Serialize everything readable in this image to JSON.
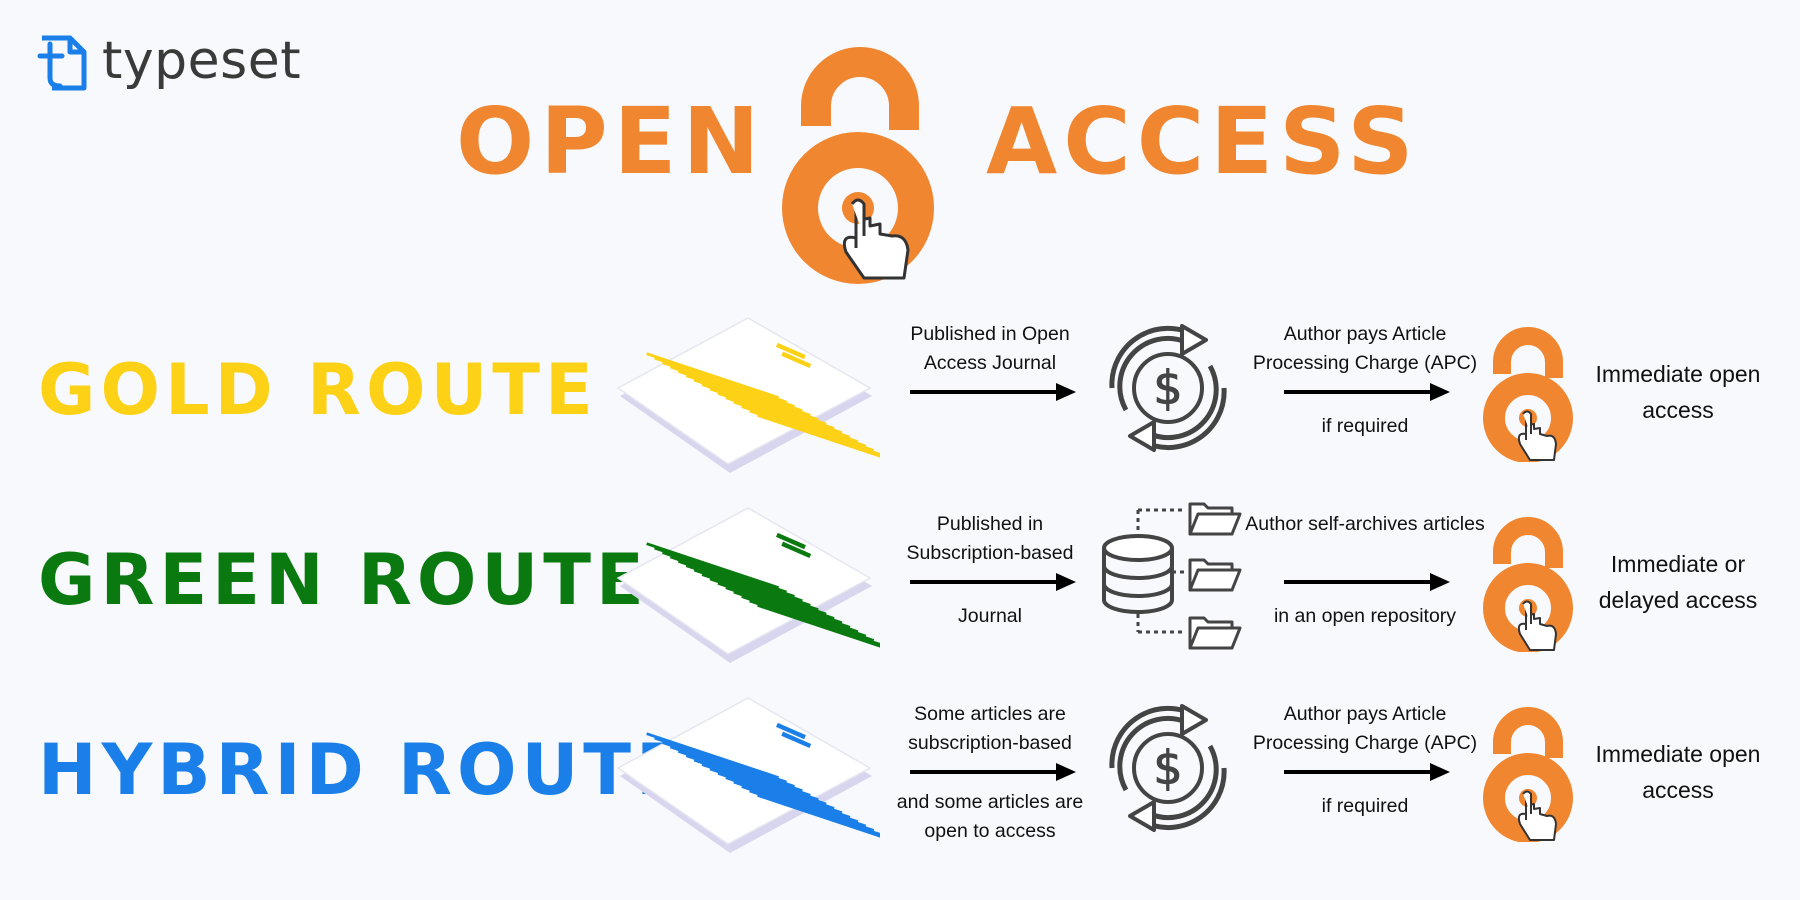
{
  "brand": {
    "name": "typeset",
    "icon": "typeset-logo-icon"
  },
  "title": {
    "left": "OPEN",
    "right": "ACCESS",
    "icon": "open-access-lock-icon"
  },
  "colors": {
    "accent": "#f08630",
    "gold": "#fcd116",
    "green": "#0a7a10",
    "blue": "#1a7fe8",
    "text": "#111111"
  },
  "routes": [
    {
      "name": "GOLD ROUTE",
      "color": "#fcd116",
      "step1": {
        "top": "Published in Open Access Journal",
        "bottom": ""
      },
      "middle_icon": "money-cycle-icon",
      "step2": {
        "top": "Author pays Article Processing Charge (APC)",
        "bottom": "if required"
      },
      "result": "Immediate open access"
    },
    {
      "name": "GREEN ROUTE",
      "color": "#0a7a10",
      "step1": {
        "top": "Published in Subscription-based",
        "bottom": "Journal"
      },
      "middle_icon": "database-folders-icon",
      "step2": {
        "top": "Author self-archives articles",
        "bottom": "in an open repository"
      },
      "result": "Immediate or delayed access"
    },
    {
      "name": "HYBRID ROUTE",
      "color": "#1a7fe8",
      "step1": {
        "top": "Some articles are subscription-based",
        "bottom": "and some articles are open to access"
      },
      "middle_icon": "money-cycle-icon",
      "step2": {
        "top": "Author pays Article Processing Charge (APC)",
        "bottom": "if required"
      },
      "result": "Immediate open access"
    }
  ]
}
